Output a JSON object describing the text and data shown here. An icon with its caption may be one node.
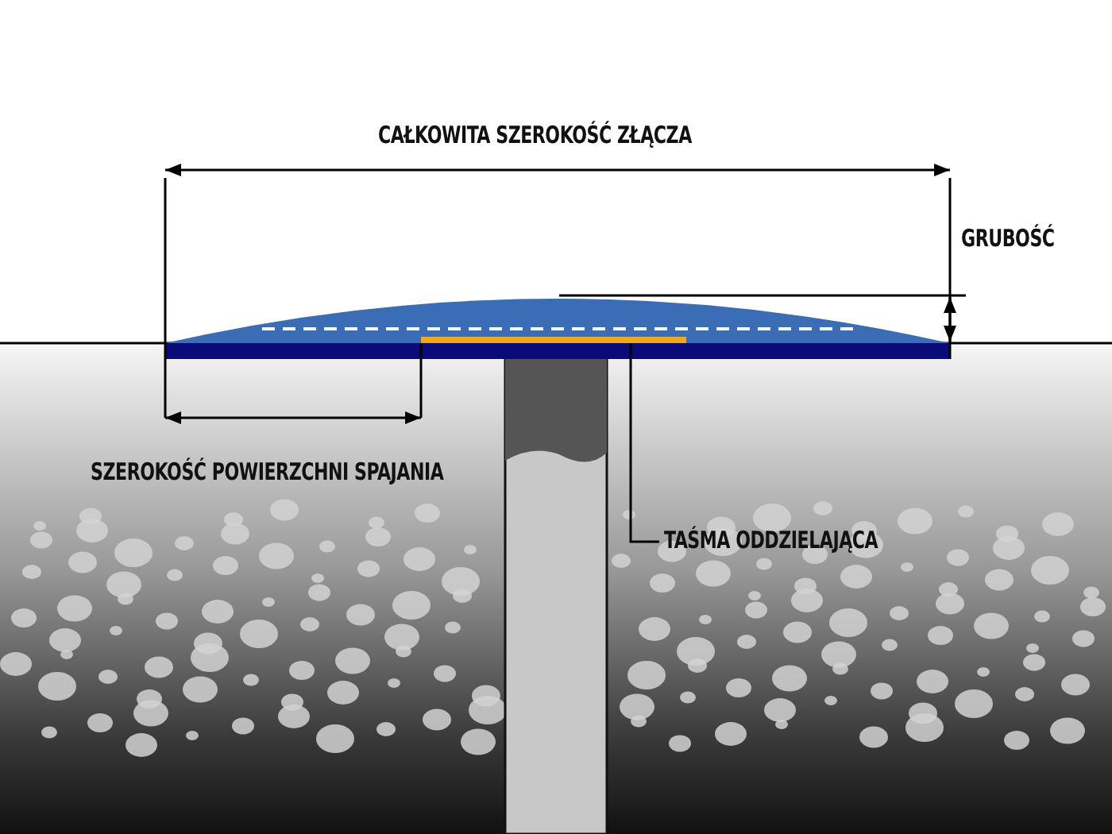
{
  "diagram": {
    "nodes": [
      {
        "text": [
          "TAŚMA ODDZIELAJĄCA"
        ]
      },
      {
        "text": [],
        "shape": "bar"
      }
    ],
    "edges": [
      {
        "from": 0,
        "to": 1,
        "arrow": "none"
      }
    ],
    "labels": [
      "CAŁKOWITA SZEROKOŚĆ ZŁĄCZA",
      "GRUBOŚĆ",
      "SZEROKOŚĆ POWIERZCHNI SPAJANIA"
    ]
  }
}
